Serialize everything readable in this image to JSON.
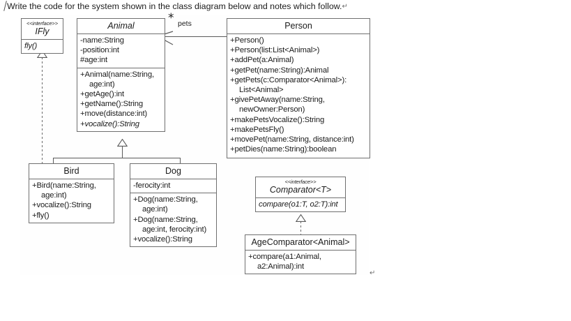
{
  "document": {
    "instruction": "Write the code for the system shown in the class diagram below and notes which follow.",
    "instruction_pilcrow": "↵",
    "trailing_pilcrow": "↵"
  },
  "diagram": {
    "type": "uml-class-diagram",
    "classes": [
      {
        "id": "ifly",
        "name": "IFly",
        "stereotype": "<<interface>>",
        "kind": "interface",
        "abstract": true,
        "attributes": [],
        "operations": [
          {
            "text": "fly()",
            "abstract": true
          }
        ]
      },
      {
        "id": "animal",
        "name": "Animal",
        "stereotype": "",
        "kind": "class",
        "abstract": true,
        "attributes": [
          {
            "text": "-name:String"
          },
          {
            "text": "-position:int"
          },
          {
            "text": "#age:int"
          }
        ],
        "operations": [
          {
            "text": "+Animal(name:String,",
            "abstract": false
          },
          {
            "text": "age:int)",
            "abstract": false,
            "continuation": true
          },
          {
            "text": "+getAge():int",
            "abstract": false
          },
          {
            "text": "+getName():String",
            "abstract": false
          },
          {
            "text": "+move(distance:int)",
            "abstract": false
          },
          {
            "text": "+vocalize():String",
            "abstract": true
          }
        ]
      },
      {
        "id": "person",
        "name": "Person",
        "stereotype": "",
        "kind": "class",
        "abstract": false,
        "attributes": [],
        "operations": [
          {
            "text": "+Person()"
          },
          {
            "text": "+Person(list:List<Animal>)"
          },
          {
            "text": "+addPet(a:Animal)"
          },
          {
            "text": "+getPet(name:String):Animal"
          },
          {
            "text": "+getPets(c:Comparator<Animal>):"
          },
          {
            "text": "List<Animal>",
            "continuation": true
          },
          {
            "text": "+givePetAway(name:String,"
          },
          {
            "text": "newOwner:Person)",
            "continuation": true
          },
          {
            "text": "+makePetsVocalize():String"
          },
          {
            "text": "+makePetsFly()"
          },
          {
            "text": "+movePet(name:String, distance:int)"
          },
          {
            "text": "+petDies(name:String):boolean"
          }
        ]
      },
      {
        "id": "bird",
        "name": "Bird",
        "stereotype": "",
        "kind": "class",
        "abstract": false,
        "attributes": [],
        "operations": [
          {
            "text": "+Bird(name:String,"
          },
          {
            "text": "age:int)",
            "continuation": true
          },
          {
            "text": "+vocalize():String"
          },
          {
            "text": "+fly()"
          }
        ]
      },
      {
        "id": "dog",
        "name": "Dog",
        "stereotype": "",
        "kind": "class",
        "abstract": false,
        "attributes": [
          {
            "text": "-ferocity:int"
          }
        ],
        "operations": [
          {
            "text": "+Dog(name:String,"
          },
          {
            "text": "age:int)",
            "continuation": true
          },
          {
            "text": "+Dog(name:String,"
          },
          {
            "text": "age:int, ferocity:int)",
            "continuation": true
          },
          {
            "text": "+vocalize():String"
          }
        ]
      },
      {
        "id": "comparator",
        "name": "Comparator<T>",
        "stereotype": "<<interface>>",
        "kind": "interface",
        "abstract": true,
        "attributes": [],
        "operations": [
          {
            "text": "compare(o1:T, o2:T):int",
            "abstract": true
          }
        ]
      },
      {
        "id": "agecomparator",
        "name": "AgeComparator<Animal>",
        "stereotype": "",
        "kind": "class",
        "abstract": false,
        "attributes": [],
        "operations": [
          {
            "text": "+compare(a1:Animal,"
          },
          {
            "text": "a2:Animal):int",
            "continuation": true
          }
        ]
      }
    ],
    "relationships": [
      {
        "id": "person-pets-animal",
        "type": "association",
        "from": "person",
        "to": "animal",
        "role_label": "pets",
        "multiplicity": "*",
        "arrow": "open"
      },
      {
        "id": "bird-extends-animal",
        "type": "generalization",
        "from": "bird",
        "to": "animal"
      },
      {
        "id": "dog-extends-animal",
        "type": "generalization",
        "from": "dog",
        "to": "animal"
      },
      {
        "id": "bird-implements-ifly",
        "type": "realization",
        "from": "bird",
        "to": "ifly"
      },
      {
        "id": "agecomparator-implements-comparator",
        "type": "realization",
        "from": "agecomparator",
        "to": "comparator"
      }
    ]
  },
  "colors": {
    "box_border": "#6f6f6f",
    "line": "#5a5a5a",
    "text": "#1a1a1a",
    "background": "#ffffff"
  }
}
